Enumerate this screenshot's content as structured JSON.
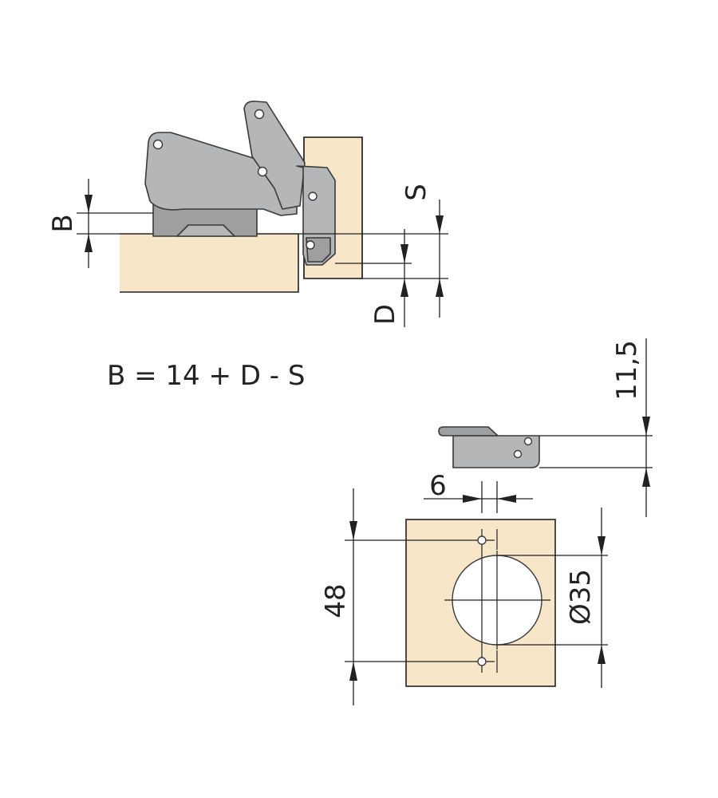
{
  "labels": {
    "b": "B",
    "s": "S",
    "d": "D",
    "formula": "B = 14 + D - S",
    "plate_height": "11,5",
    "offset": "6",
    "spacing": "48",
    "diameter": "Ø35"
  },
  "colors": {
    "wood": "#f7e6c8",
    "metal": "#b4b6b7",
    "line": "#222222"
  }
}
